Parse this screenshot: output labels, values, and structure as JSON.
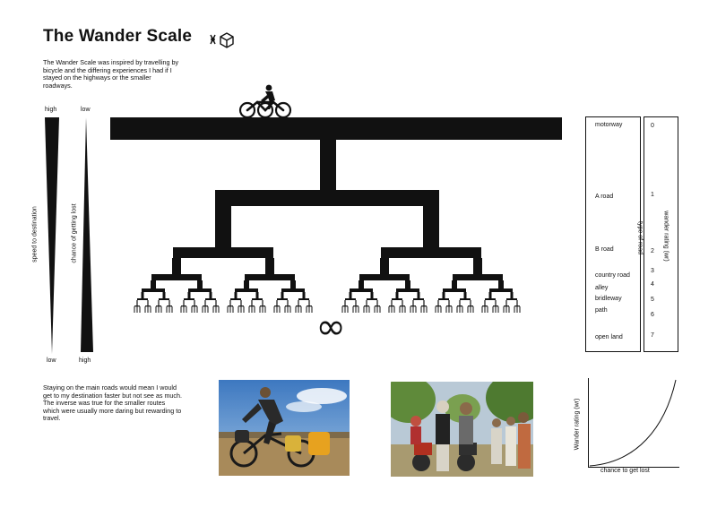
{
  "header": {
    "title": "The Wander Scale"
  },
  "intro_text": "The  Wander Scale was inspired by travelling by bicycle and the differing experiences I had if I stayed on the highways or the smaller roadways.",
  "bottom_text": "Staying on the main roads would mean I would get to my destination faster but not see as much. The inverse was true for the smaller routes which were usually more daring but rewarding to travel.",
  "left_scales": {
    "speed": {
      "label": "speed to destination",
      "top": "high",
      "bottom": "low"
    },
    "lost": {
      "label": "chance of getting lost",
      "top": "low",
      "bottom": "high"
    }
  },
  "infinity_symbol": "∞",
  "road_table": {
    "column_label": "type of road",
    "rating_label": "wander rating (wr)",
    "rows": [
      {
        "road": "motorway",
        "rating": "0"
      },
      {
        "road": "A road",
        "rating": "1"
      },
      {
        "road": "B road",
        "rating": "2"
      },
      {
        "road": "country road",
        "rating": "3"
      },
      {
        "road": "alley",
        "rating": "4"
      },
      {
        "road": "bridleway",
        "rating": "5"
      },
      {
        "road": "path",
        "rating": "6"
      },
      {
        "road": "open land",
        "rating": "7"
      }
    ]
  },
  "mini_chart": {
    "ylabel": "Wander rating (wr)",
    "xlabel": "chance to get lost"
  },
  "colors": {
    "ink": "#111111",
    "sky": "#4a86c8",
    "ground": "#a88a5a",
    "trees": "#5f8a3a"
  },
  "icons": {
    "title_icon": "bike-parts-icon",
    "cyclist": "cyclist-icon"
  }
}
